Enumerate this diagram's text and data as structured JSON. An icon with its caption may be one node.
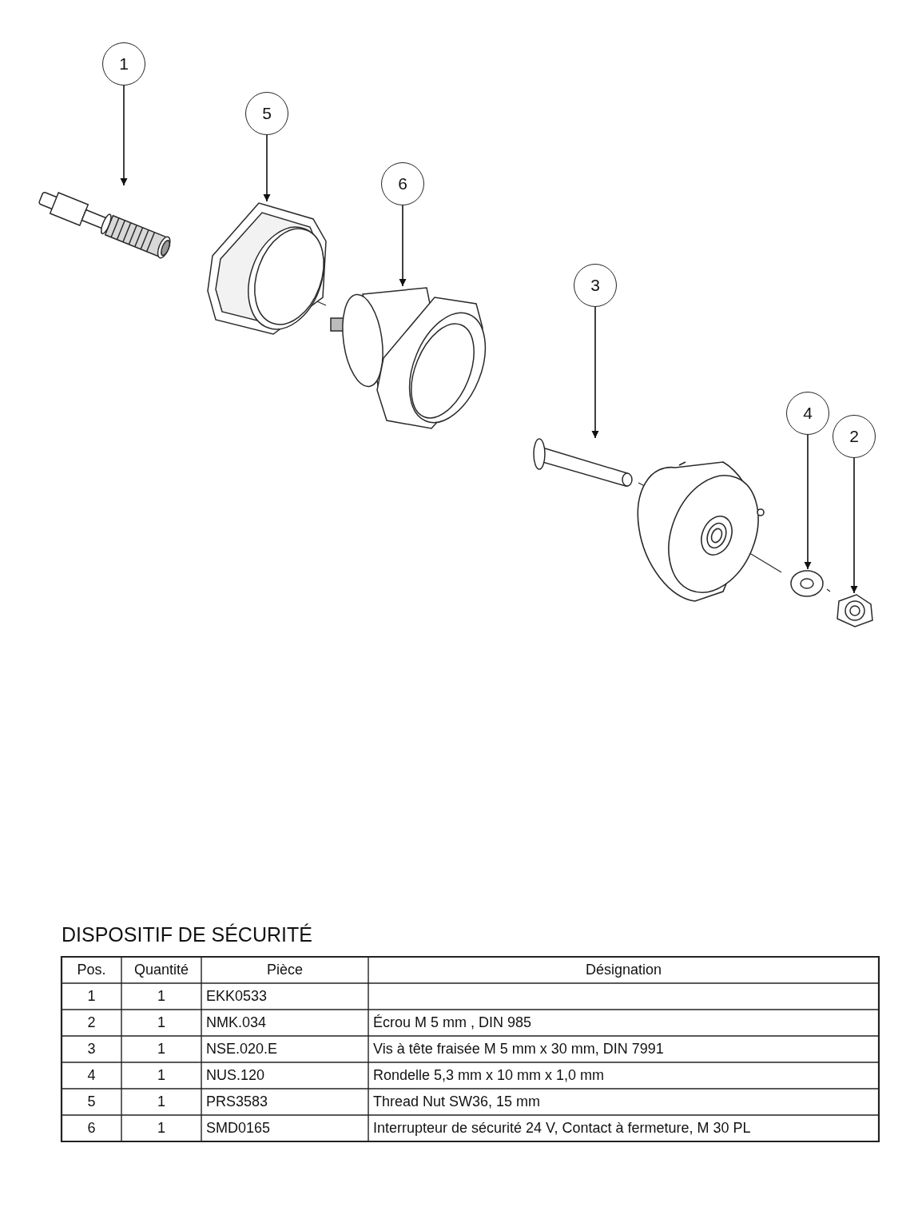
{
  "diagram": {
    "title": "DISPOSITIF DE SÉCURITÉ",
    "nodes": [
      {
        "text": [
          "1"
        ]
      },
      {
        "text": [
          "5"
        ]
      },
      {
        "text": [
          "6"
        ]
      },
      {
        "text": [
          "3"
        ]
      },
      {
        "text": [
          "4"
        ]
      },
      {
        "text": [
          "2"
        ]
      },
      {
        "text": [],
        "shape": "picture"
      },
      {
        "text": [],
        "shape": "picture"
      },
      {
        "text": [],
        "shape": "picture"
      },
      {
        "text": [],
        "shape": "picture"
      },
      {
        "text": [],
        "shape": "picture"
      },
      {
        "text": [],
        "shape": "picture"
      }
    ],
    "edges": [
      {
        "from": 0,
        "to": 6,
        "arrow": "to"
      },
      {
        "from": 1,
        "to": 7,
        "arrow": "to"
      },
      {
        "from": 2,
        "to": 8,
        "arrow": "to"
      },
      {
        "from": 3,
        "to": 9,
        "arrow": "to"
      },
      {
        "from": 4,
        "to": 10,
        "arrow": "to"
      },
      {
        "from": 5,
        "to": 11,
        "arrow": "to"
      }
    ],
    "labels": [
      "Pos.",
      "Quantité",
      "Pièce",
      "Désignation",
      "1",
      "1",
      "EKK0533",
      "2",
      "1",
      "NMK.034",
      "Écrou M 5 mm , DIN 985",
      "3",
      "1",
      "NSE.020.E",
      "Vis à tête fraisée M 5 mm  x 30 mm, DIN 7991",
      "4",
      "1",
      "NUS.120",
      "Rondelle 5,3 mm x 10 mm x 1,0 mm",
      "5",
      "1",
      "PRS3583",
      "Thread Nut SW36, 15 mm",
      "6",
      "1",
      "SMD0165",
      "Interrupteur de sécurité 24 V, Contact à fermeture, M 30 PL"
    ]
  }
}
